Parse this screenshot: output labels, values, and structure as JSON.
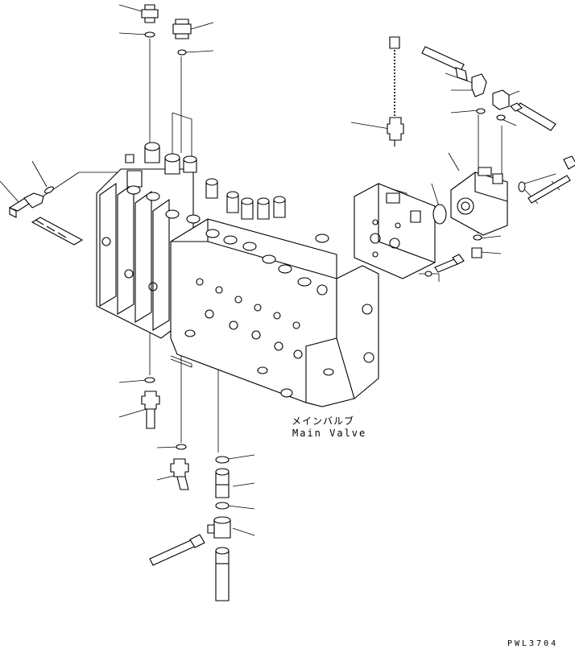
{
  "drawing": {
    "component_label_jp": "メインバルブ",
    "component_label_en": "Main Valve",
    "drawing_code": "PWL3704"
  }
}
